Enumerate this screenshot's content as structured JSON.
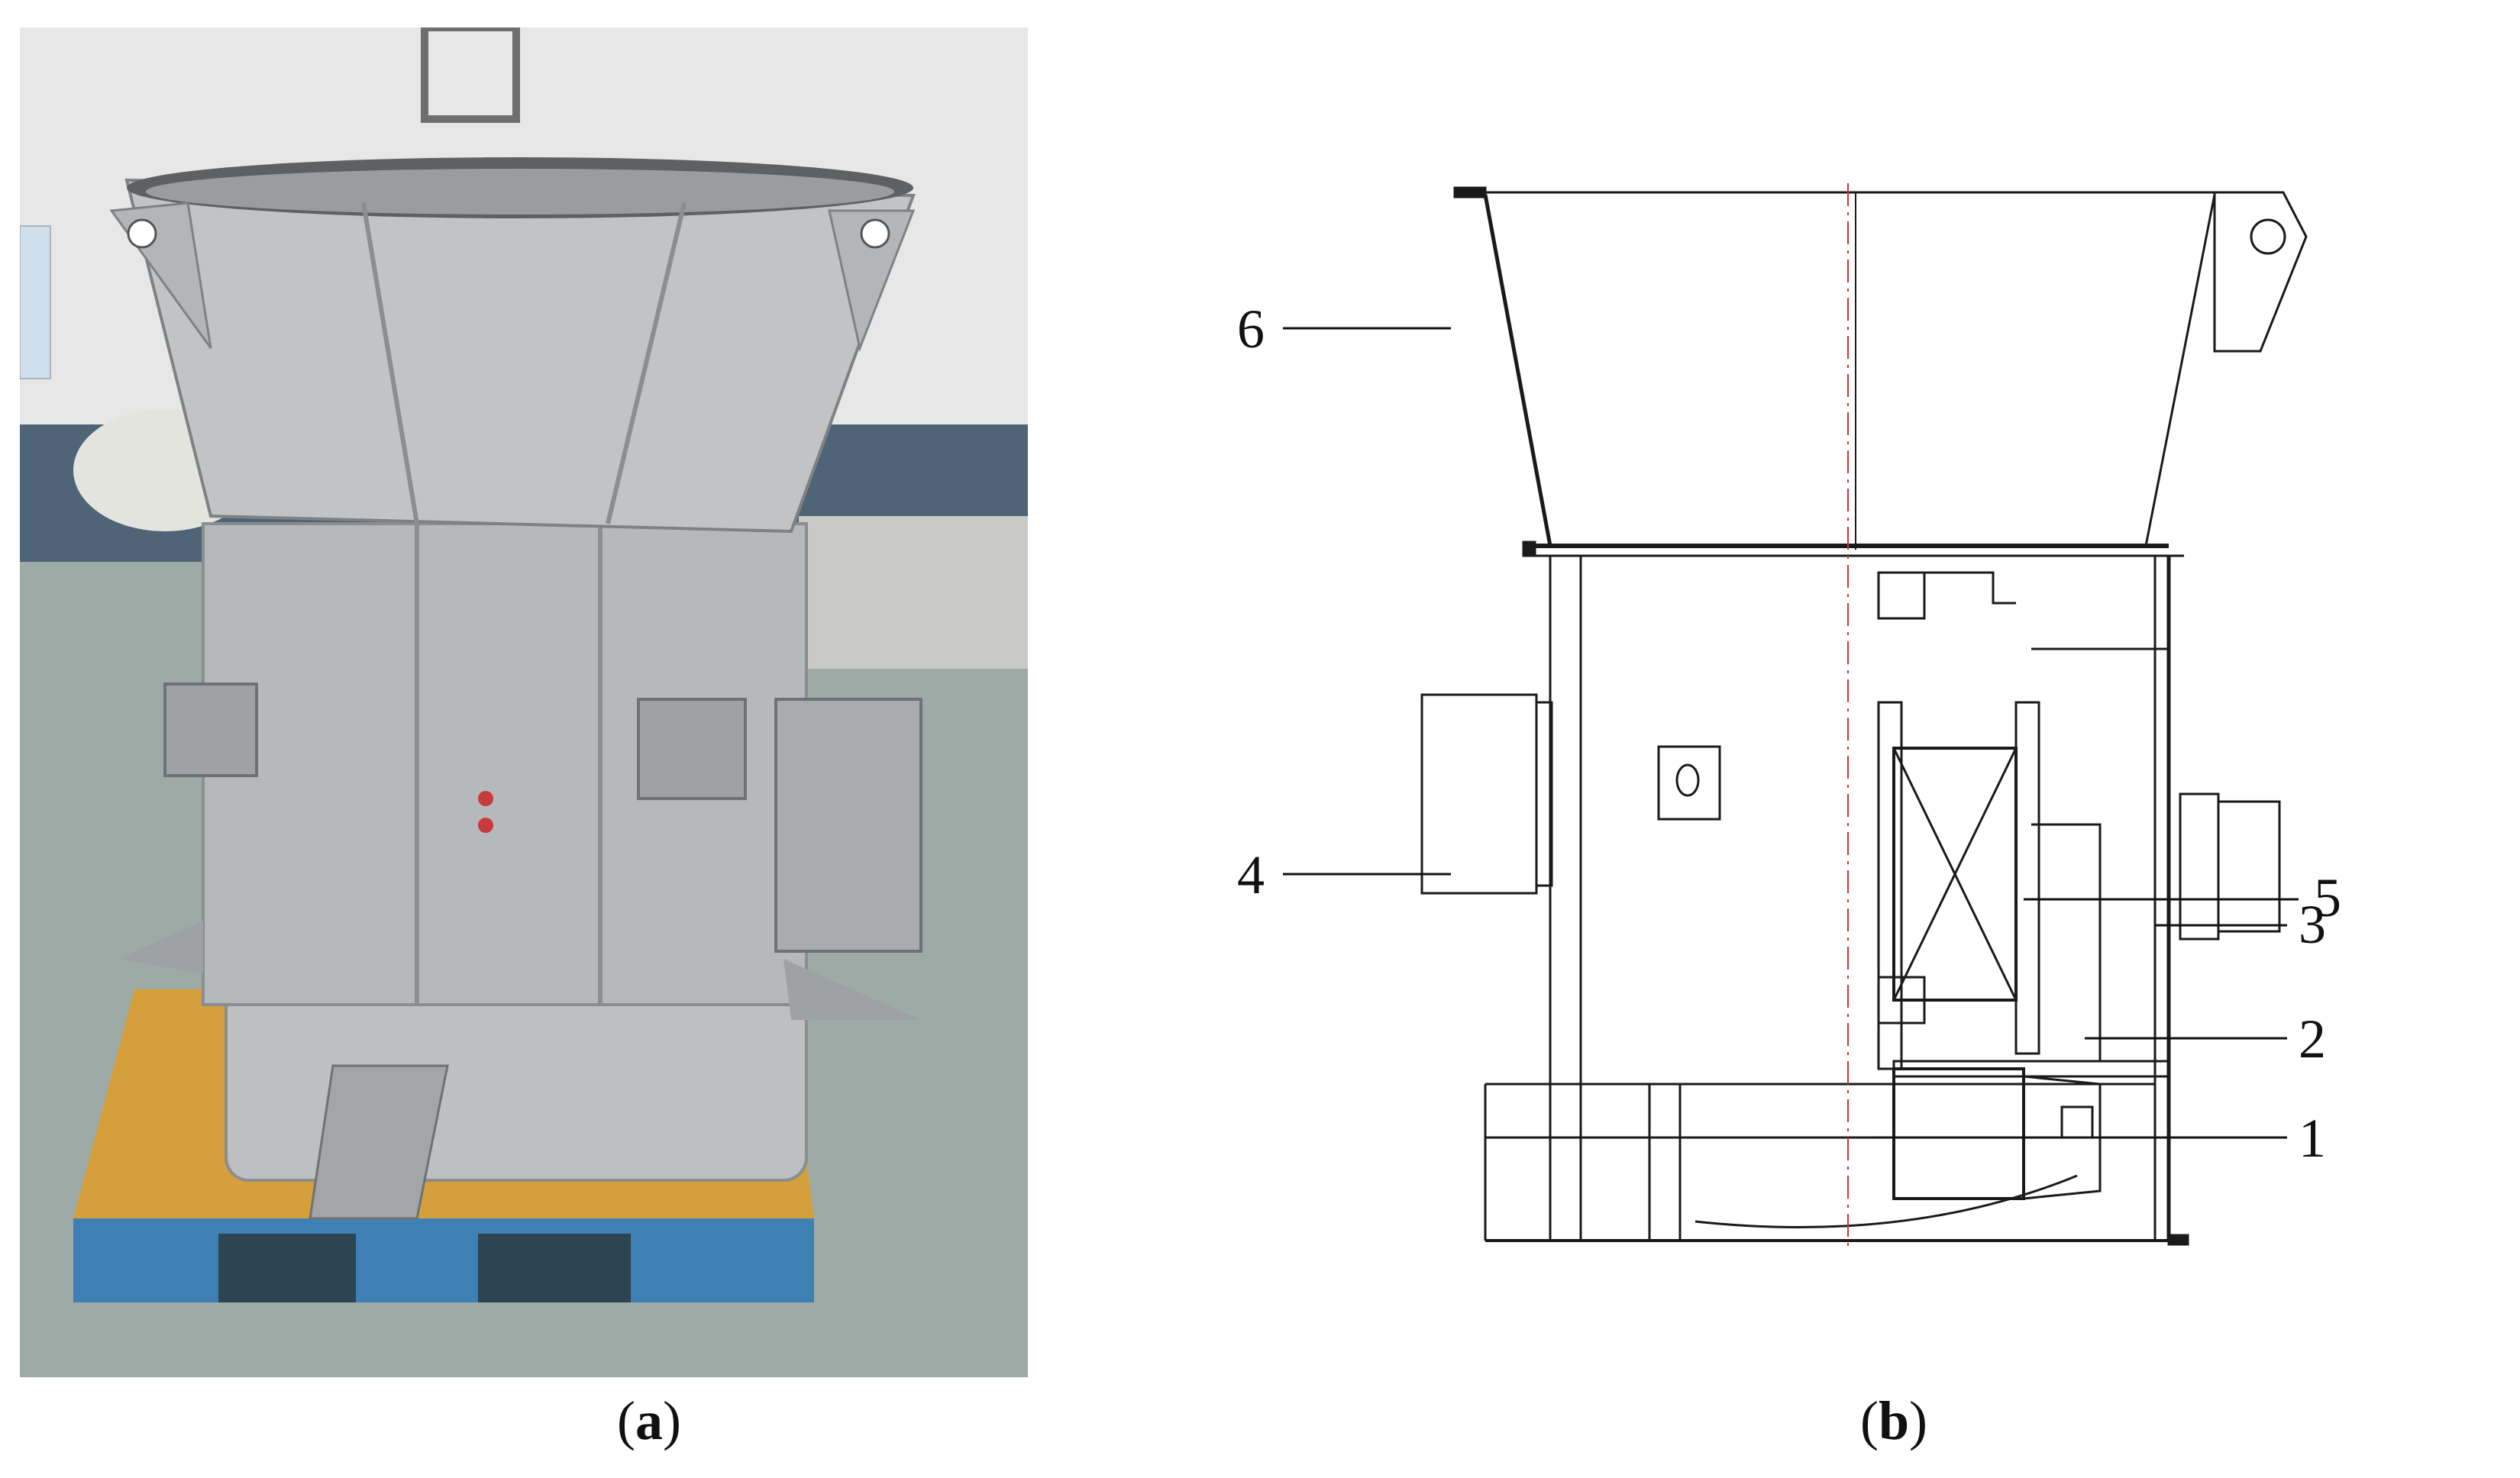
{
  "captions": {
    "a_letter": "a",
    "b_letter": "b"
  },
  "labels": {
    "l1": "1",
    "l2": "2",
    "l3": "3",
    "l4": "4",
    "l5": "5",
    "l6": "6"
  },
  "colors": {
    "steel": "#b9bcbe",
    "steel_dark": "#8d9093",
    "pallet_blue": "#3d7fb2",
    "pallet_yellow": "#d8a13a",
    "floor": "#9aa7a3",
    "wall": "#e9eaea",
    "line": "#1a1a1a",
    "centerline": "#d23232"
  }
}
